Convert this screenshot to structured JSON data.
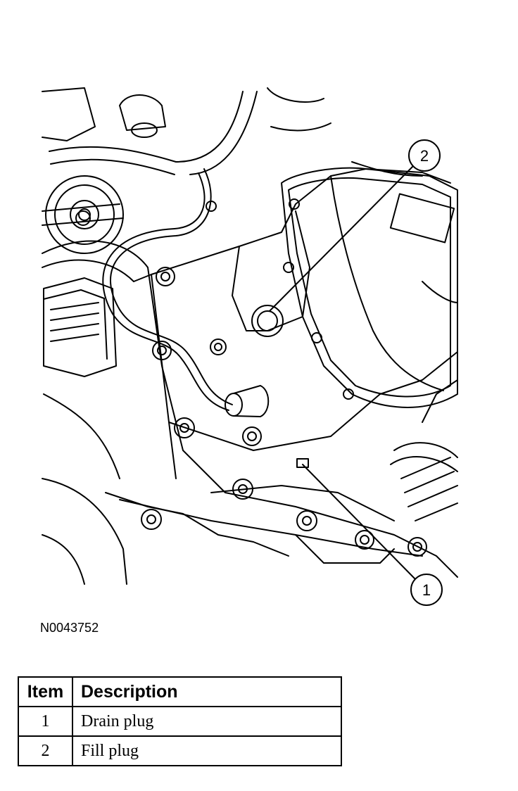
{
  "figure": {
    "reference_id": "N0043752",
    "callouts": [
      {
        "number": "1",
        "target": "drain plug"
      },
      {
        "number": "2",
        "target": "fill plug"
      }
    ]
  },
  "legend_table": {
    "headers": [
      "Item",
      "Description"
    ],
    "rows": [
      {
        "item": "1",
        "description": "Drain plug"
      },
      {
        "item": "2",
        "description": "Fill plug"
      }
    ]
  }
}
